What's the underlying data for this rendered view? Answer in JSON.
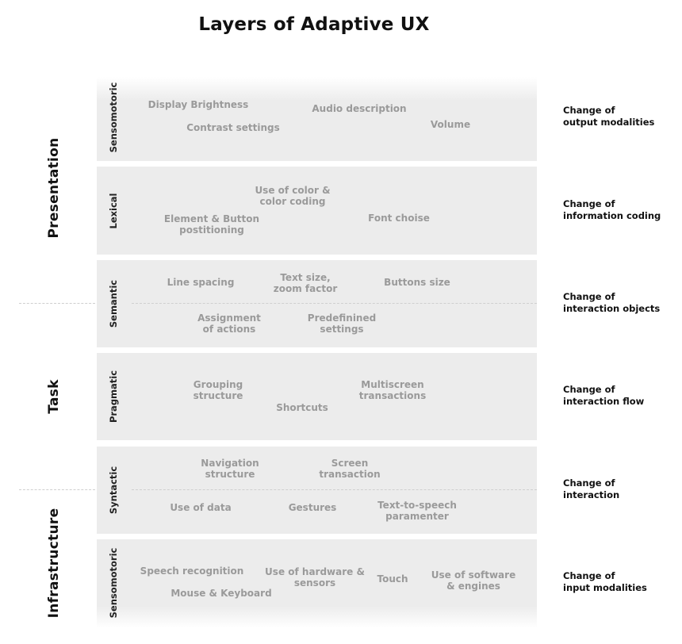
{
  "title": "Layers of Adaptive UX",
  "groups": [
    "Presentation",
    "Task",
    "Infrastructure"
  ],
  "layers": [
    {
      "label": "Sensomotoric",
      "items": [
        "Display Brightness",
        "Contrast settings",
        "Audio description",
        "Volume"
      ],
      "change": "Change of\noutput modalities"
    },
    {
      "label": "Lexical",
      "items": [
        "Use of color &\ncolor coding",
        "Element & Button\npostitioning",
        "Font choise"
      ],
      "change": "Change of\ninformation coding"
    },
    {
      "label": "Semantic",
      "items": [
        "Line spacing",
        "Text size,\nzoom factor",
        "Buttons size",
        "Assignment\nof actions",
        "Predefinined\nsettings"
      ],
      "change": "Change of\ninteraction objects"
    },
    {
      "label": "Pragmatic",
      "items": [
        "Grouping\nstructure",
        "Multiscreen\ntransactions",
        "Shortcuts"
      ],
      "change": "Change of\ninteraction flow"
    },
    {
      "label": "Syntactic",
      "items": [
        "Navigation\nstructure",
        "Screen\ntransaction",
        "Use of data",
        "Gestures",
        "Text-to-speech\nparamenter"
      ],
      "change": "Change of\ninteraction"
    },
    {
      "label": "Sensomotoric",
      "items": [
        "Speech recognition",
        "Use of hardware &\nsensors",
        "Touch",
        "Use of software\n& engines",
        "Mouse & Keyboard"
      ],
      "change": "Change of\ninput modalities"
    }
  ]
}
